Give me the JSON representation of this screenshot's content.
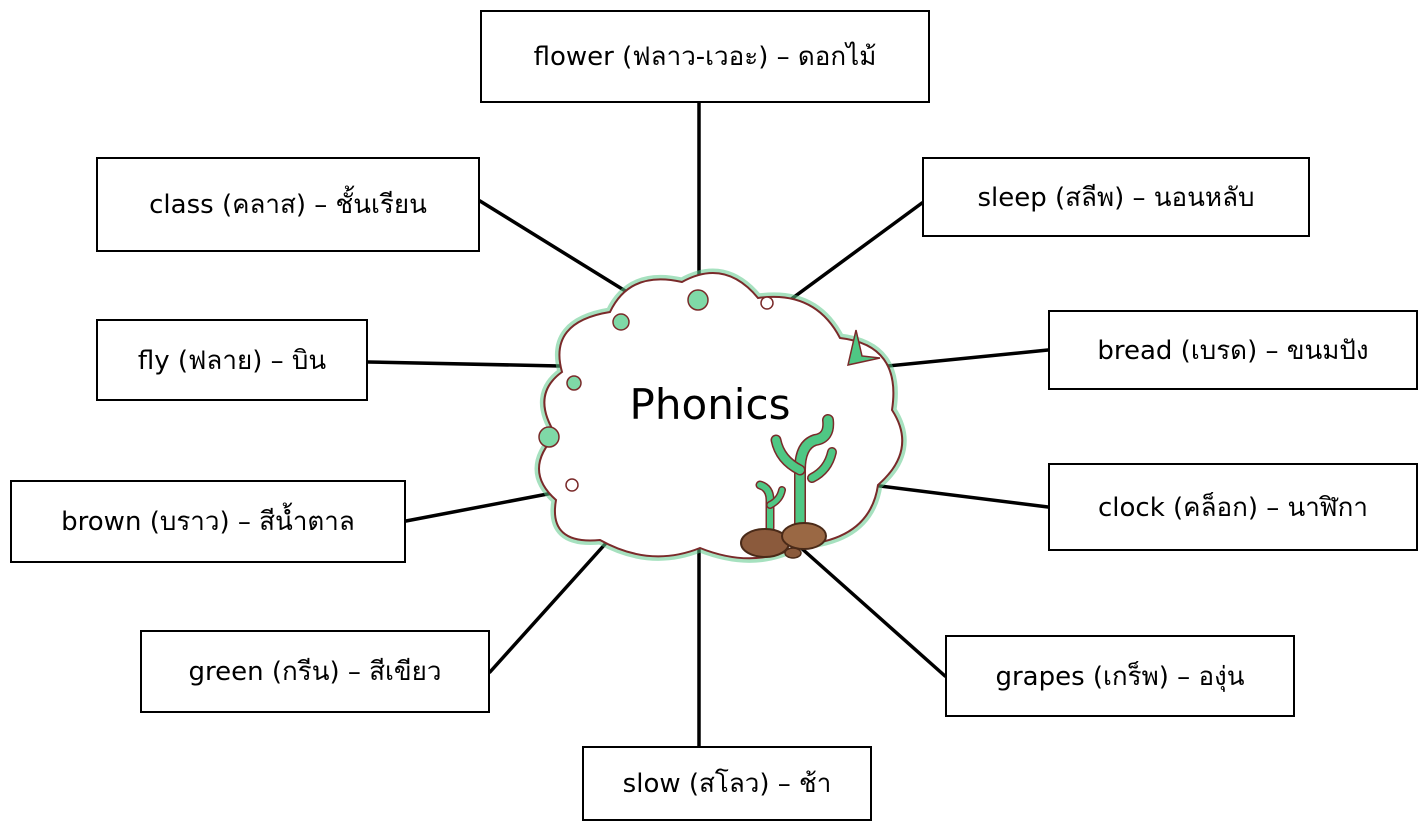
{
  "center": {
    "label": "Phonics"
  },
  "colors": {
    "cloud_outline": "#7a2a2a",
    "cloud_glow": "#5cc98a",
    "bubble_fill": "#7fd9a7",
    "cactus": "#4fc784",
    "rock": "#8b5a3c",
    "line": "#000000"
  },
  "words": {
    "flower": "flower (ฟลาว-เวอะ) – ดอกไม้",
    "class": "class (คลาส) – ชั้นเรียน",
    "sleep": "sleep (สลีพ) – นอนหลับ",
    "fly": "fly (ฟลาย) – บิน",
    "bread": "bread (เบรด) – ขนมปัง",
    "brown": "brown (บราว) – สีน้ำตาล",
    "clock": "clock (คล็อก) – นาฬิกา",
    "green": "green (กรีน) – สีเขียว",
    "grapes": "grapes (เกร็พ) – องุ่น",
    "slow": "slow (สโลว) – ช้า"
  }
}
